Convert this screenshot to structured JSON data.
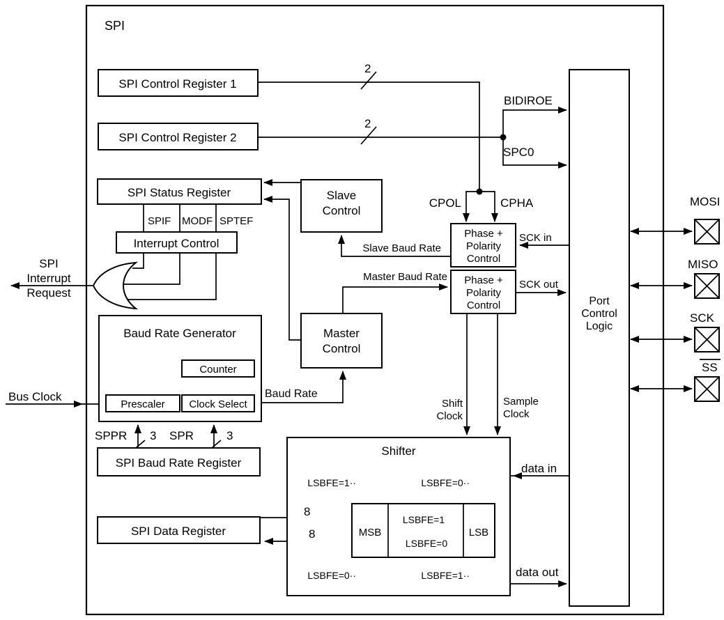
{
  "diagram": {
    "title": "SPI",
    "colors": {
      "ink": "#000000",
      "background": "#ffffff"
    },
    "blocks": {
      "control_register_1": "SPI Control Register 1",
      "control_register_2": "SPI Control Register 2",
      "status_register": "SPI Status Register",
      "interrupt_control": "Interrupt Control",
      "baud_rate_generator": "Baud Rate Generator",
      "counter": "Counter",
      "prescaler": "Prescaler",
      "clock_select": "Clock Select",
      "baud_rate_register": "SPI Baud Rate Register",
      "data_register": "SPI Data Register",
      "slave_control": [
        "Slave",
        "Control"
      ],
      "master_control": [
        "Master",
        "Control"
      ],
      "phase_polarity_top": [
        "Phase +",
        "Polarity",
        "Control"
      ],
      "phase_polarity_bottom": [
        "Phase +",
        "Polarity",
        "Control"
      ],
      "shifter": "Shifter",
      "msb": "MSB",
      "lsb": "LSB",
      "port_control": [
        "Port",
        "Control",
        "Logic"
      ]
    },
    "signals": {
      "width2_top": "2",
      "width2_bottom": "2",
      "bidiroe": "BIDIROE",
      "spc0": "SPC0",
      "cpol": "CPOL",
      "cpha": "CPHA",
      "sck_in": "SCK in",
      "sck_out": "SCK out",
      "spif": "SPIF",
      "modf": "MODF",
      "sptef": "SPTEF",
      "interrupt_request": [
        "SPI",
        "Interrupt",
        "Request"
      ],
      "slave_baud_rate": "Slave Baud Rate",
      "master_baud_rate": "Master Baud Rate",
      "baud_rate": "Baud Rate",
      "bus_clock": "Bus Clock",
      "sppr": "SPPR",
      "sppr_width": "3",
      "spr": "SPR",
      "spr_width": "3",
      "width8_out": "8",
      "width8_in": "8",
      "shift_clock": [
        "Shift",
        "Clock"
      ],
      "sample_clock": [
        "Sample",
        "Clock"
      ],
      "data_in": "data in",
      "data_out": "data out",
      "lsbfe_in_left": "LSBFE=1··",
      "lsbfe_in_right": "LSBFE=0··",
      "lsbfe_shift_right": "LSBFE=1",
      "lsbfe_shift_left": "LSBFE=0",
      "lsbfe_out_left": "LSBFE=0··",
      "lsbfe_out_right": "LSBFE=1··"
    },
    "pins": [
      {
        "label": "MOSI"
      },
      {
        "label": "MISO"
      },
      {
        "label": "SCK"
      },
      {
        "label": "SS"
      }
    ]
  }
}
